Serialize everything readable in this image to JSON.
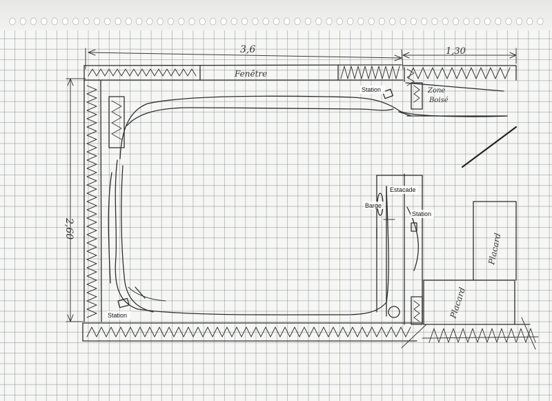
{
  "dimensions": {
    "top_left": "3,6",
    "top_right": "1,30",
    "left_vertical": "2,60"
  },
  "room_labels": {
    "window": "Fenêtre",
    "wooded_zone_line1": "Zone",
    "wooded_zone_line2": "Boisé",
    "closet_upper": "Placard",
    "closet_lower": "Placard"
  },
  "track_labels": {
    "station_top": "Station",
    "station_right": "Station",
    "station_bottom_left": "Station",
    "jetty": "Estacade",
    "barge": "Barge"
  },
  "colors": {
    "ink": "#2d2d2d",
    "grid": "#7d8087",
    "paper": "#f6f6f4",
    "label_text": "#111111"
  }
}
